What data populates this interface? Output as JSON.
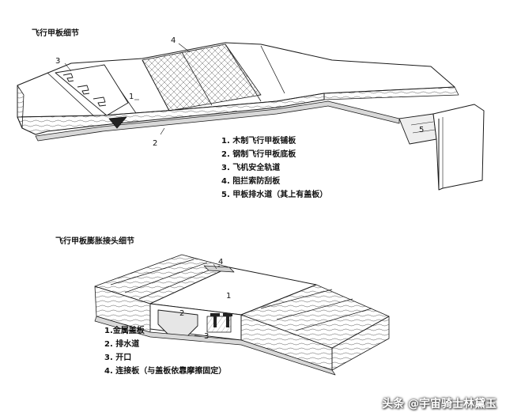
{
  "diagram1": {
    "title": "飞行甲板细节",
    "callouts": [
      "1",
      "2",
      "3",
      "4",
      "5"
    ],
    "legend": [
      "1. 木制飞行甲板铺板",
      "2. 钢制飞行甲板底板",
      "3. 飞机安全轨道",
      "4. 阻拦索防刮板",
      "5. 甲板排水道（其上有盖板）"
    ]
  },
  "diagram2": {
    "title": "飞行甲板膨胀接头细节",
    "callouts": [
      "1",
      "2",
      "3",
      "4"
    ],
    "legend": [
      "1.金属盖板",
      "2. 排水道",
      "3. 开口",
      "4. 连接板（与盖板依靠摩擦固定）"
    ]
  },
  "watermark": "头条 @宇宙骑士林黛玉",
  "colors": {
    "line": "#1a1a1a",
    "fill": "#ffffff",
    "steel": "#d8d8d8"
  }
}
